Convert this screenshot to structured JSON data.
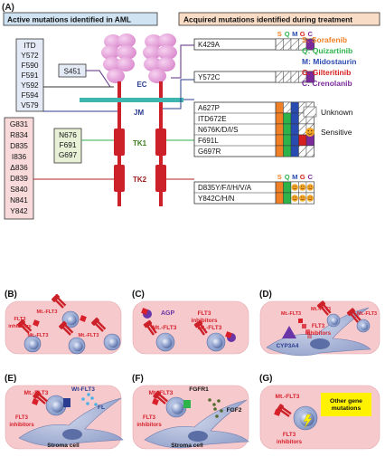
{
  "panel_a": {
    "letter": "(A)",
    "left_title": "Active mutations identified in AML",
    "right_title": "Acquired mutations identified during treatment",
    "jm_box": [
      "ITD",
      "Y572",
      "F590",
      "F591",
      "Y592",
      "F594",
      "V579"
    ],
    "s451": "S451",
    "tk1_box": [
      "N676",
      "F691",
      "G697"
    ],
    "tk2_box": [
      "G831",
      "R834",
      "D835",
      "I836",
      "Δ836",
      "D839",
      "S840",
      "N841",
      "Y842"
    ],
    "domains": {
      "ec": "EC",
      "jm": "JM",
      "tk1": "TK1",
      "tk2": "TK2"
    },
    "grid_headers": [
      "S",
      "Q",
      "M",
      "G",
      "C"
    ],
    "mutation_groups": [
      {
        "rows": [
          {
            "label": "K429A",
            "cells": [
              "u",
              "u",
              "u",
              "u",
              "C"
            ]
          }
        ]
      },
      {
        "rows": [
          {
            "label": "Y572C",
            "cells": [
              "u",
              "u",
              "u",
              "u",
              "C"
            ]
          }
        ]
      },
      {
        "rows": [
          {
            "label": "A627P",
            "cells": [
              "S",
              "u",
              "M",
              "u",
              "u"
            ]
          },
          {
            "label": "ITD672E",
            "cells": [
              "S",
              "Q",
              "M",
              "u",
              "u"
            ]
          },
          {
            "label": "N676K/D/I/S",
            "cells": [
              "S",
              "Q",
              "M",
              "u",
              "u"
            ]
          },
          {
            "label": "F691L",
            "cells": [
              "S",
              "Q",
              "M",
              "G",
              "C"
            ]
          },
          {
            "label": "G697R",
            "cells": [
              "S",
              "Q",
              "M",
              "u",
              "u"
            ]
          }
        ]
      },
      {
        "header": true,
        "rows": [
          {
            "label": "D835Y/F/I/H/V/A",
            "cells": [
              "S",
              "Q",
              "o",
              "o",
              "o"
            ]
          },
          {
            "label": "Y842C/H/N",
            "cells": [
              "S",
              "Q",
              "o",
              "o",
              "o"
            ]
          }
        ]
      }
    ],
    "drugs": [
      {
        "text": "S: Sorafenib",
        "color": "#f07f26"
      },
      {
        "text": "Q: Quizartinib",
        "color": "#2db34a"
      },
      {
        "text": "M: Midostaurin",
        "color": "#2a4bb0"
      },
      {
        "text": "G: Gilteritinib",
        "color": "#d62020"
      },
      {
        "text": "C: Crenolanib",
        "color": "#7b2a9c"
      }
    ],
    "legend": {
      "unknown": "Unknown",
      "sensitive": "Sensitive"
    }
  },
  "panels": {
    "b": {
      "letter": "(B)",
      "mt": "Mt.-FLT3",
      "inhib": [
        "FLT3",
        "inhibitors"
      ]
    },
    "c": {
      "letter": "(C)",
      "agp": "AGP",
      "inhib": [
        "FLT3",
        "inhibitors"
      ],
      "mt": "Mt.-FLT3"
    },
    "d": {
      "letter": "(D)",
      "mt": "Mt.-FLT3",
      "inhib": [
        "FLT3",
        "inhibitors"
      ],
      "cyp": "CYP3A4"
    },
    "e": {
      "letter": "(E)",
      "mt": "Mt.-FLT3",
      "wt": "Wt-FLT3",
      "fl": "FL",
      "inhib": [
        "FLT3",
        "inhibitors"
      ],
      "stroma": "Stroma cell"
    },
    "f": {
      "letter": "(F)",
      "mt": "Mt.-FLT3",
      "fgfr": "FGFR1",
      "fgf": "FGF2",
      "inhib": [
        "FLT3",
        "inhibitors"
      ],
      "stroma": "Stroma cell"
    },
    "g": {
      "letter": "(G)",
      "mt": "Mt.-FLT3",
      "other": [
        "Other gene",
        "mutations"
      ],
      "inhib": [
        "FLT3",
        "inhibitors"
      ]
    }
  },
  "colors": {
    "sorafenib": "#f07f26",
    "quizartinib": "#2db34a",
    "midostaurin": "#2a4bb0",
    "gilteritinib": "#d62020",
    "crenolanib": "#7b2a9c",
    "panel_bg": "#f6c9cc",
    "left_header": "#cfe3f2",
    "right_header": "#f8dcc6",
    "jm_box": "#e4ebf6",
    "tk1_box": "#e8f0d6",
    "tk2_box": "#f8dada",
    "ec_pink": "#e39ad7",
    "red_receptor": "#cc2128",
    "drug_red": "#d81f2a",
    "cell_blue": "#7f93c6",
    "agp_purple": "#6a35a6",
    "other_yellow": "#fff200"
  }
}
